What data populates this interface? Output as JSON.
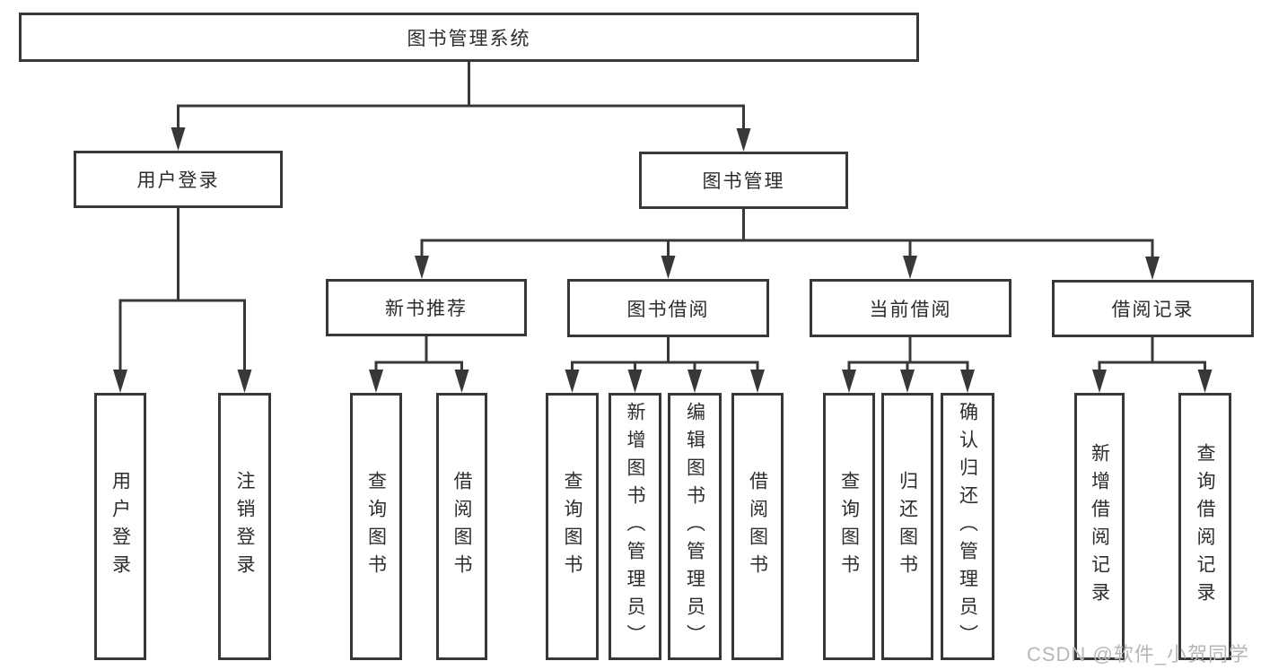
{
  "diagram_type": "hierarchy-tree",
  "title": "图书管理系统",
  "watermark": "CSDN @软件_小贺同学",
  "colors": {
    "line": "#383838",
    "box_border": "#383838",
    "text": "#2d2d2d",
    "watermark": "#b7b7b7",
    "background": "#ffffff"
  },
  "nodes": {
    "root": "图书管理系统",
    "user_login": "用户登录",
    "book_mgmt": "图书管理",
    "new_book_rec": "新书推荐",
    "book_borrow": "图书借阅",
    "current_borrow": "当前借阅",
    "borrow_records": "借阅记录",
    "ul_login": "用户登录",
    "ul_logout": "注销登录",
    "nbr_query": "查询图书",
    "nbr_borrow": "借阅图书",
    "bb_query": "查询图书",
    "bb_add": "新增图书（管理员）",
    "bb_edit": "编辑图书（管理员）",
    "bb_borrow": "借阅图书",
    "cb_query": "查询图书",
    "cb_return": "归还图书",
    "cb_confirm": "确认归还（管理员）",
    "br_add": "新增借阅记录",
    "br_query": "查询借阅记录"
  },
  "hierarchy": {
    "图书管理系统": [
      "用户登录",
      "图书管理"
    ],
    "用户登录": [
      "用户登录",
      "注销登录"
    ],
    "图书管理": [
      "新书推荐",
      "图书借阅",
      "当前借阅",
      "借阅记录"
    ],
    "新书推荐": [
      "查询图书",
      "借阅图书"
    ],
    "图书借阅": [
      "查询图书",
      "新增图书（管理员）",
      "编辑图书（管理员）",
      "借阅图书"
    ],
    "当前借阅": [
      "查询图书",
      "归还图书",
      "确认归还（管理员）"
    ],
    "借阅记录": [
      "新增借阅记录",
      "查询借阅记录"
    ]
  }
}
